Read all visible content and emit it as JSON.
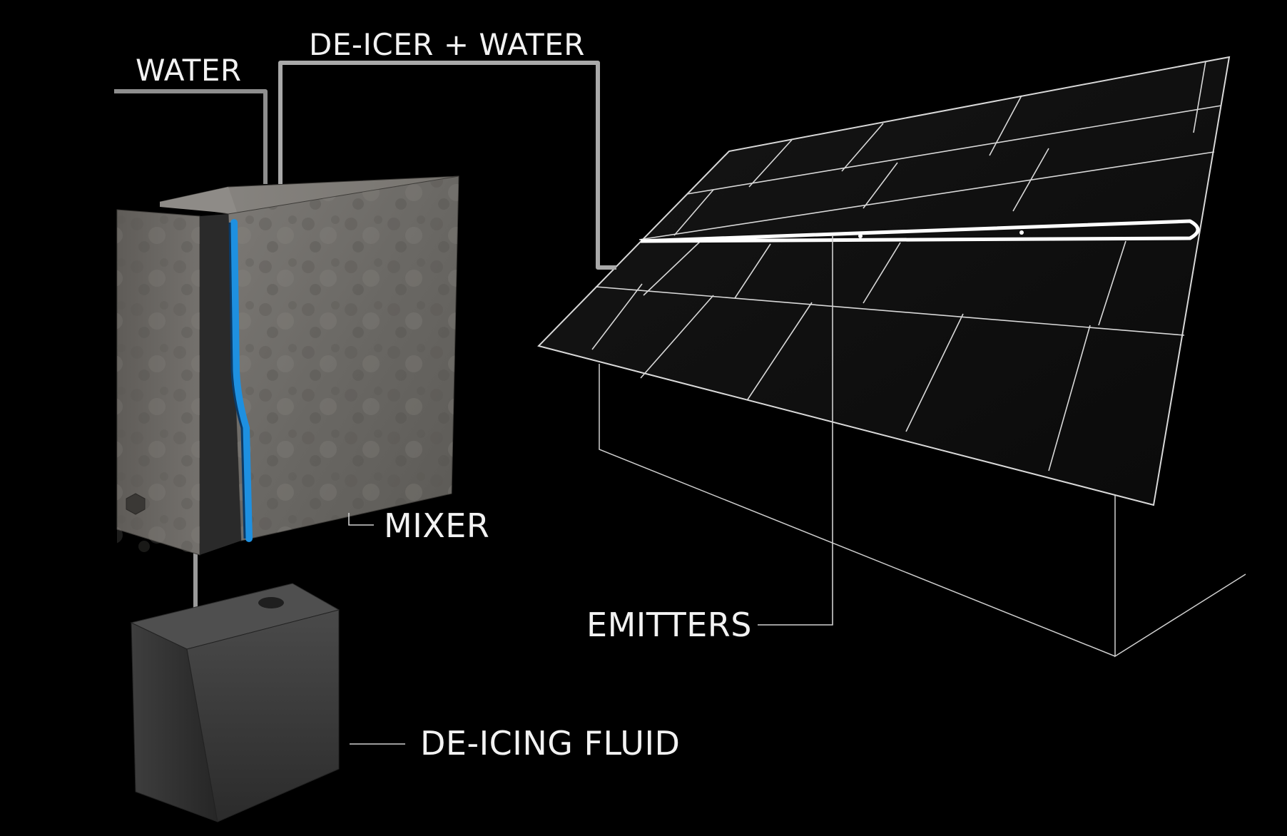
{
  "labels": {
    "water": "WATER",
    "deicer_water": "DE-ICER + WATER",
    "mixer": "MIXER",
    "emitters": "EMITTERS",
    "deicing_fluid": "DE-ICING FLUID"
  },
  "colors": {
    "background": "#000000",
    "label_text": "#f2f2f2",
    "leader_line": "#cfcfcf",
    "pipe": "#9a9a9a",
    "mixer_face": "#6f6c68",
    "mixer_blue_channel": "#1e90e0",
    "tank_body": "#3a3a3a",
    "roof_fill": "#0e0e0e",
    "roof_lines": "#d8d8d8",
    "emitter_tube": "#ffffff"
  }
}
